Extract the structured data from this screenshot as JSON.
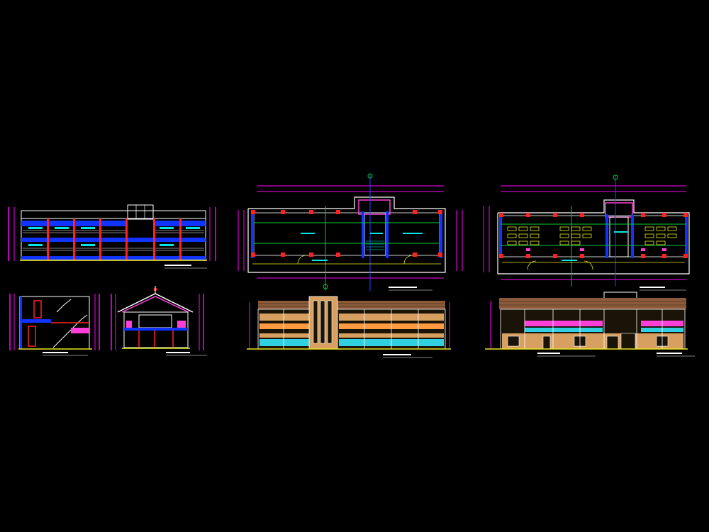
{
  "colors": {
    "background": "#000000",
    "outline": "#ffffff",
    "dimension": "#ff00ff",
    "axis_green": "#00cc33",
    "axis_blue": "#2244ff",
    "column_red": "#ff2222",
    "wall_blue": "#1133ff",
    "hatch_cyan": "#00e5e5",
    "roof_tile": "#8a5a3a",
    "facade_tan": "#d8a060",
    "facade_pink": "#ff3fd8",
    "glass_cyan": "#30d0e0",
    "yellow": "#e8e820"
  },
  "views": [
    {
      "id": "section-long",
      "kind": "longitudinal-section"
    },
    {
      "id": "section-stair",
      "kind": "cross-section-stair"
    },
    {
      "id": "section-roof",
      "kind": "cross-section-roof"
    },
    {
      "id": "plan-first",
      "kind": "floor-plan"
    },
    {
      "id": "plan-second",
      "kind": "floor-plan-furnished"
    },
    {
      "id": "elevation-front",
      "kind": "front-elevation"
    },
    {
      "id": "elevation-rear",
      "kind": "rear-elevation"
    }
  ]
}
